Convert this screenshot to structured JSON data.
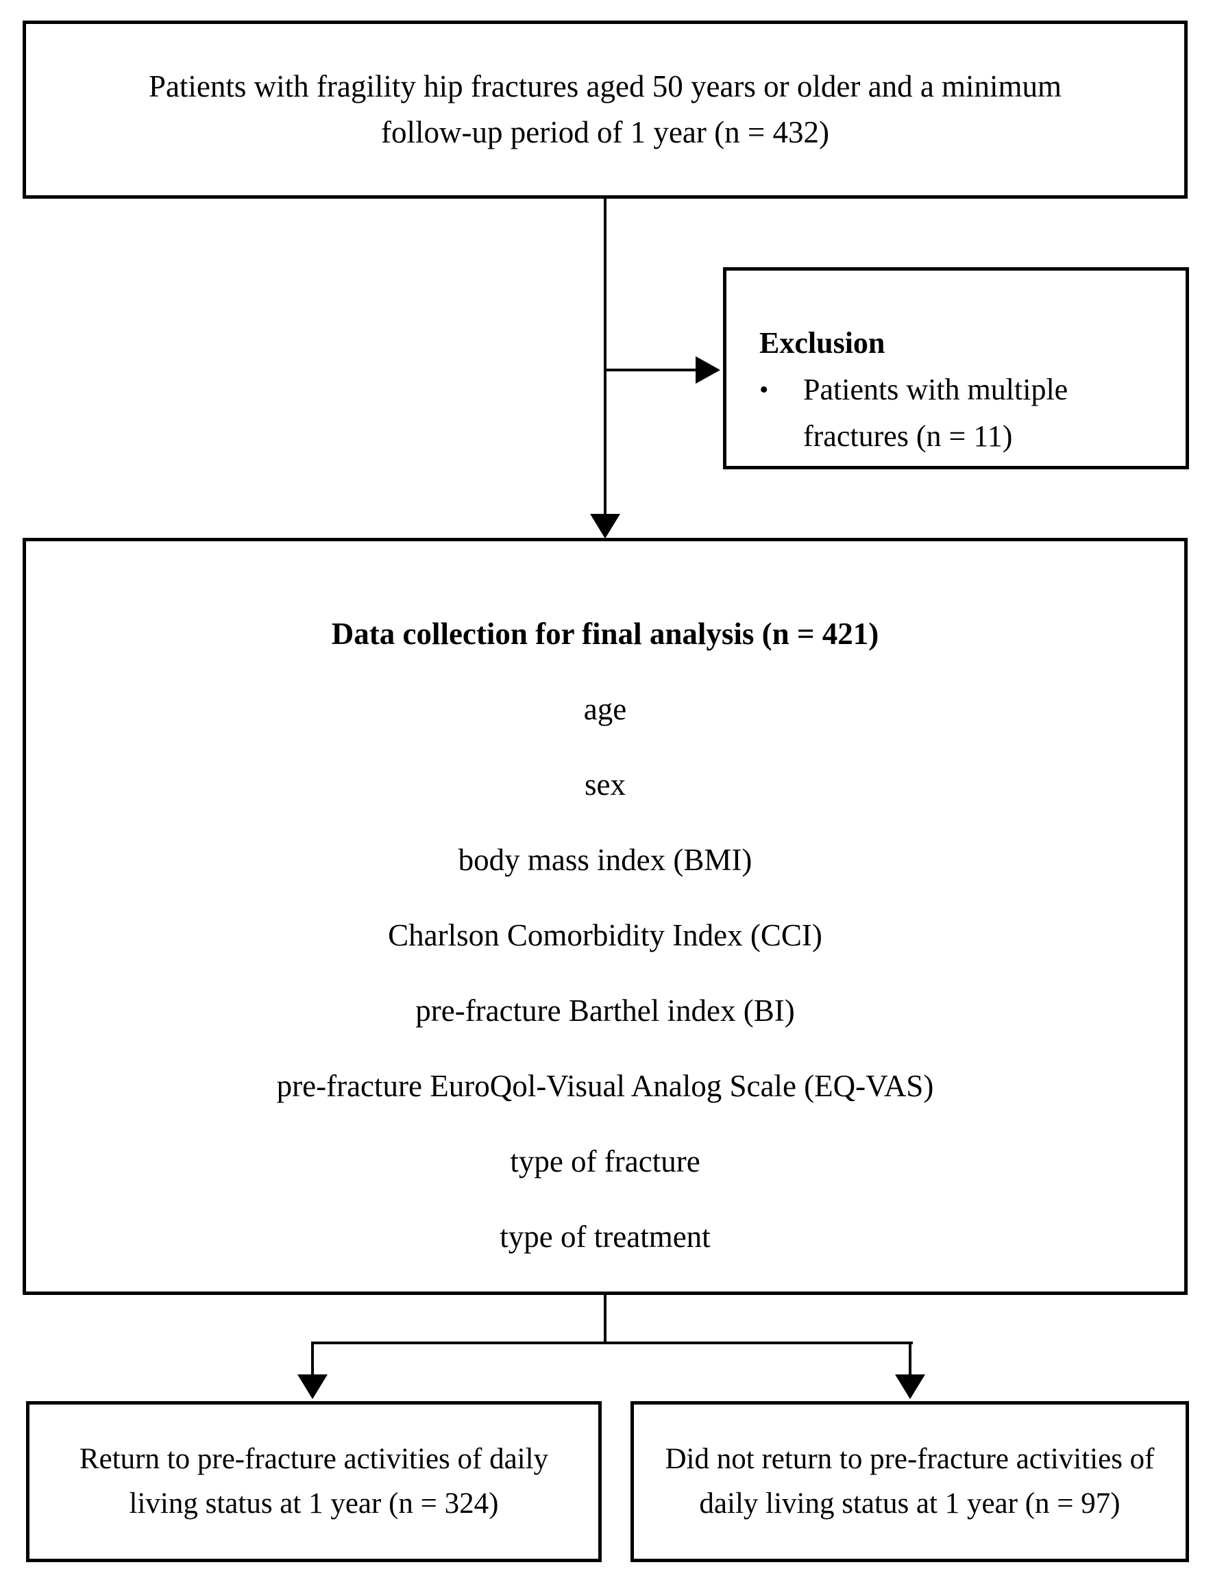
{
  "diagram": {
    "top_box": {
      "text": "Patients with fragility hip fractures aged 50 years or older and a minimum follow-up period of 1 year (n = 432)"
    },
    "exclusion_box": {
      "title": "Exclusion",
      "bullet_glyph": "•",
      "item": "Patients with multiple fractures (n = 11)"
    },
    "main_box": {
      "title": "Data collection for final analysis (n = 421)",
      "items": [
        "age",
        "sex",
        "body mass index (BMI)",
        "Charlson Comorbidity Index (CCI)",
        "pre-fracture Barthel index (BI)",
        "pre-fracture EuroQol-Visual Analog Scale (EQ-VAS)",
        "type of fracture",
        "type of treatment"
      ]
    },
    "outcome_left_box": {
      "text": "Return to pre-fracture activities of daily living status at 1 year (n = 324)"
    },
    "outcome_right_box": {
      "text": "Did not return to pre-fracture activities of daily living status at 1 year (n = 97)"
    },
    "colors": {
      "line": "#000000",
      "text": "#000000",
      "background": "#ffffff"
    }
  }
}
